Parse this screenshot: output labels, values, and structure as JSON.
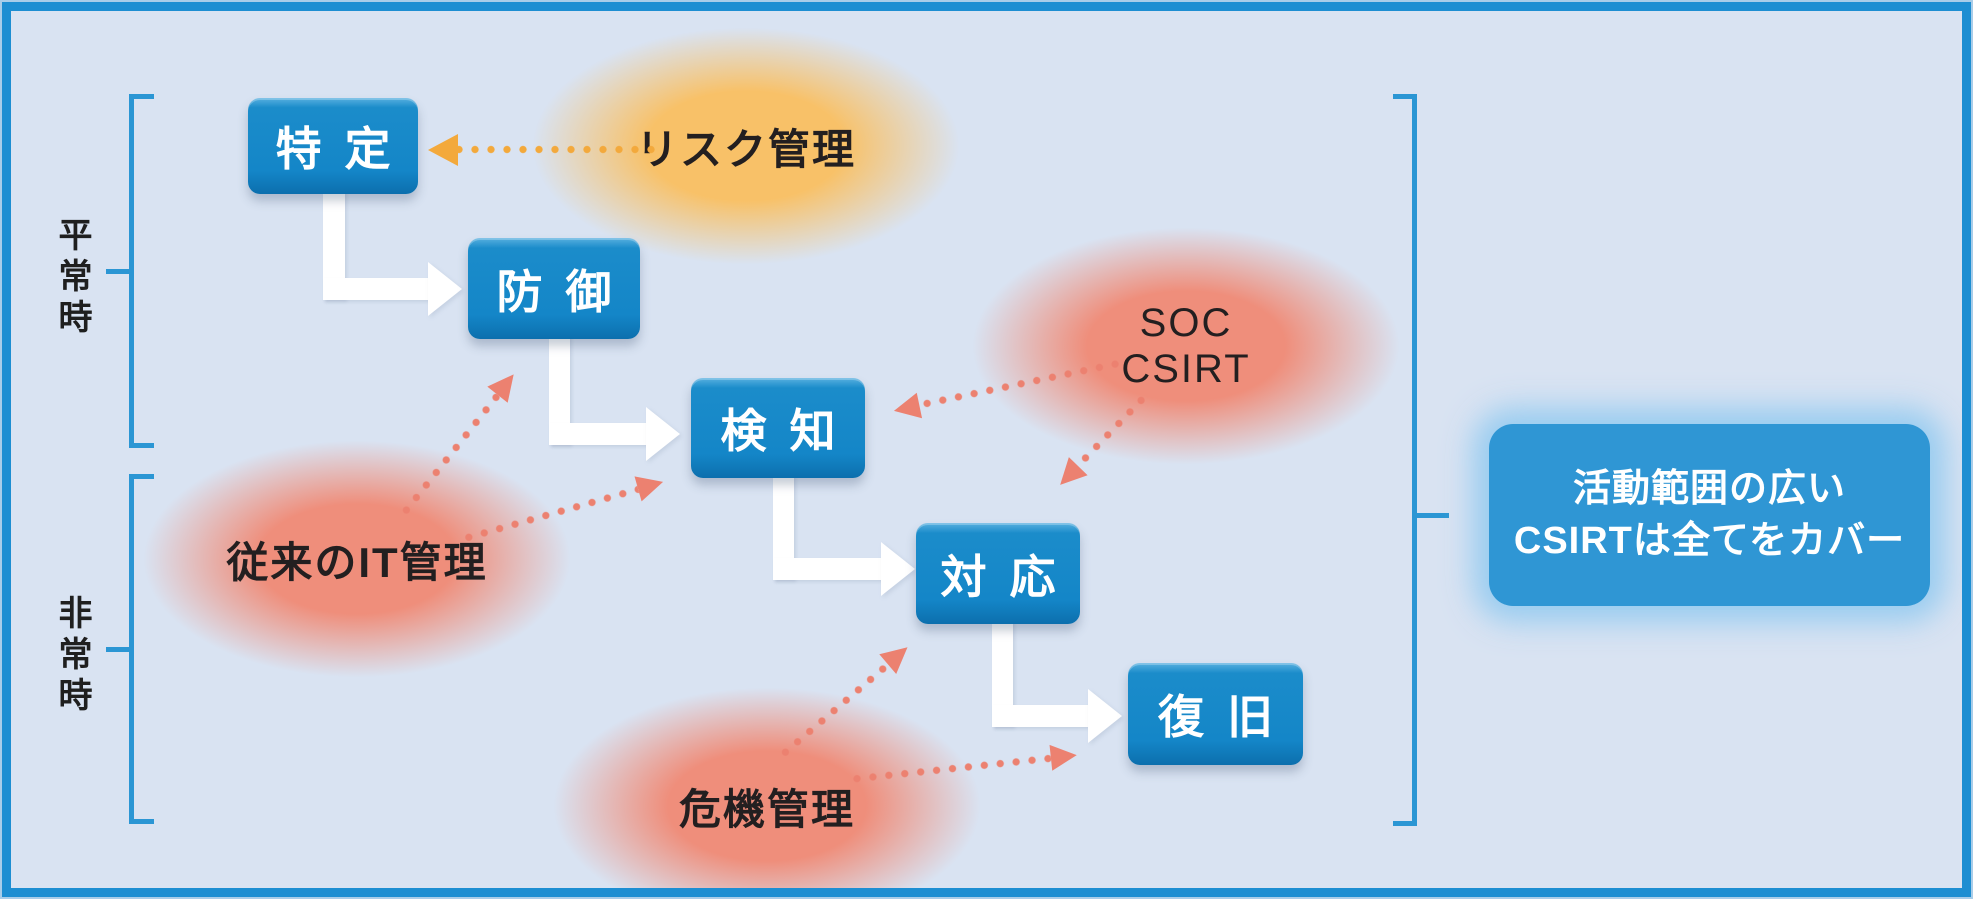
{
  "frame": {
    "background": "#d9e3f2",
    "border_color": "#1d8ed2",
    "bracket_color": "#2b96d4"
  },
  "phase_labels": {
    "normal": "平常時",
    "emergency": "非常時"
  },
  "process_nodes": [
    {
      "label": "特定"
    },
    {
      "label": "防御"
    },
    {
      "label": "検知"
    },
    {
      "label": "対応"
    },
    {
      "label": "復旧"
    }
  ],
  "ovals": [
    {
      "label": "リスク管理",
      "color": "#f8c168"
    },
    {
      "label_line1": "SOC",
      "label_line2": "CSIRT",
      "color": "#ef8e7b"
    },
    {
      "label": "従来のIT管理",
      "color": "#ef8e7b"
    },
    {
      "label": "危機管理",
      "color": "#ef8e7b"
    }
  ],
  "side_note": {
    "line1": "活動範囲の広い",
    "line2": "CSIRTは全てをカバー"
  },
  "arrow_colors": {
    "flow": "#ffffff",
    "salmon": "#ec8170",
    "orange": "#f3a93c"
  }
}
